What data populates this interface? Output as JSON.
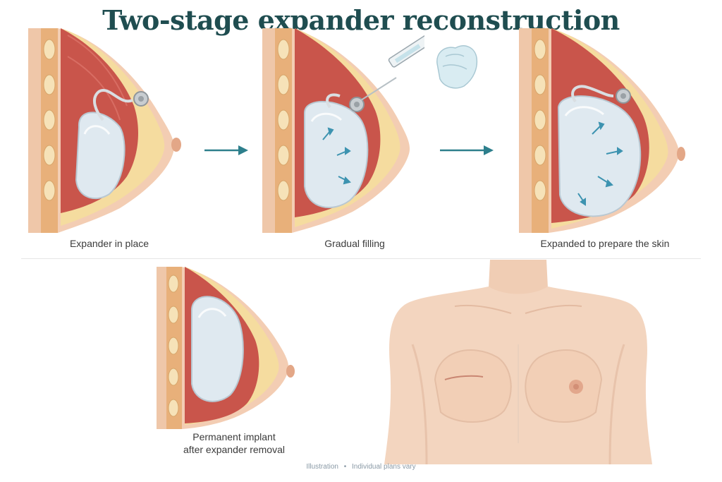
{
  "title": "Two-stage expander reconstruction",
  "captions": {
    "stage1": "Expander in place",
    "stage2": "Gradual filling",
    "stage3": "Expanded to prepare the skin",
    "stage4_line1": "Permanent implant",
    "stage4_line2": "after expander removal"
  },
  "footer": {
    "left": "Illustration",
    "separator": "•",
    "right": "Individual plans vary"
  },
  "colors": {
    "title": "#1f4d50",
    "arrow": "#2d7f8c",
    "skin": "#f3cdb3",
    "muscle": "#c9554b",
    "fat": "#f5dc9f",
    "implant": "#dfe9f0"
  }
}
